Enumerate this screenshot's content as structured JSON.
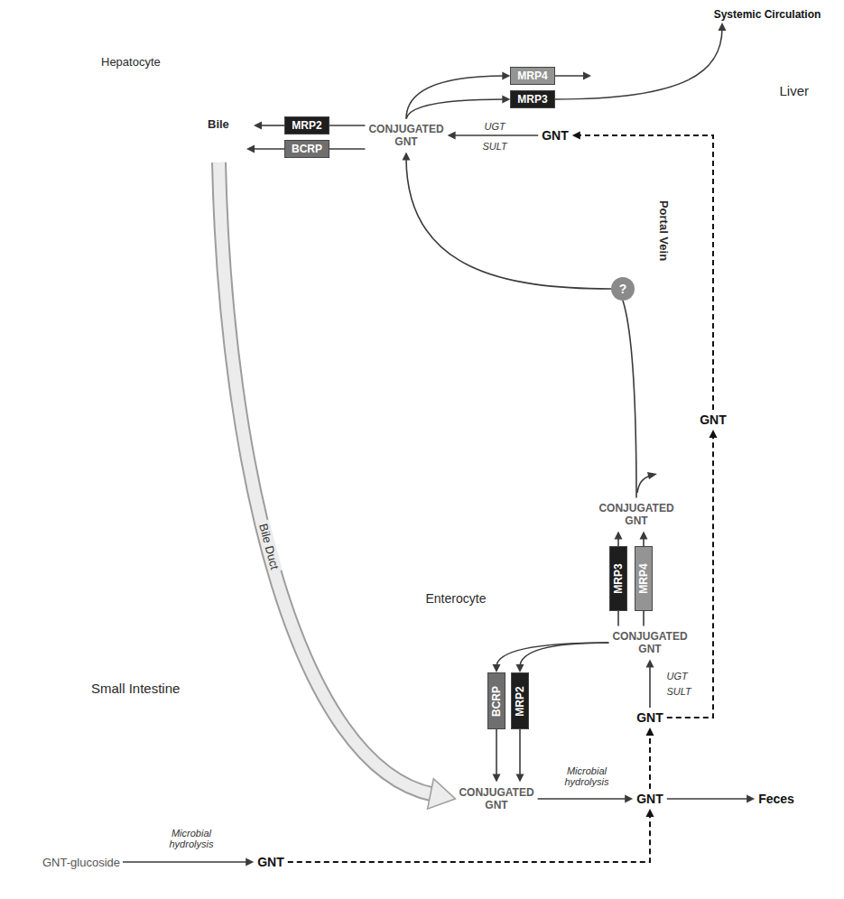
{
  "diagram": {
    "nodes": [
      {
        "text": [
          "Systemic Circulation"
        ]
      },
      {
        "text": [
          "Liver"
        ]
      },
      {
        "text": [
          "Hepatocyte"
        ],
        "in": 1
      },
      {
        "text": [
          "Bile"
        ],
        "in": 2
      },
      {
        "text": [
          "MRP2"
        ],
        "in": 2
      },
      {
        "text": [
          "BCRP"
        ],
        "in": 2
      },
      {
        "text": [
          "CONJUGATED GNT"
        ],
        "in": 2
      },
      {
        "text": [
          "MRP4"
        ],
        "in": 2
      },
      {
        "text": [
          "MRP3"
        ],
        "in": 2
      },
      {
        "text": [
          "GNT"
        ],
        "in": 2
      },
      {
        "text": [
          "Portal Vein"
        ]
      },
      {
        "text": [
          "?"
        ],
        "in": 10
      },
      {
        "text": [
          "CONJUGATED GNT"
        ],
        "in": 10
      },
      {
        "text": [
          "GNT"
        ]
      },
      {
        "text": [
          "Enterocyte"
        ]
      },
      {
        "text": [
          "MRP3"
        ],
        "in": 14
      },
      {
        "text": [
          "MRP4"
        ],
        "in": 14
      },
      {
        "text": [
          "CONJUGATED GNT"
        ],
        "in": 14
      },
      {
        "text": [
          "BCRP"
        ],
        "in": 14
      },
      {
        "text": [
          "MRP2"
        ],
        "in": 14
      },
      {
        "text": [
          "GNT"
        ],
        "in": 14
      },
      {
        "text": [
          "Small Intestine"
        ]
      },
      {
        "text": [
          "CONJUGATED GNT"
        ],
        "in": 21
      },
      {
        "text": [
          "GNT"
        ],
        "in": 21
      },
      {
        "text": [
          "Feces"
        ],
        "in": 21
      },
      {
        "text": [
          "GNT-glucoside"
        ],
        "in": 21
      },
      {
        "text": [
          "GNT"
        ],
        "in": 21
      }
    ],
    "edges": [
      {
        "from": 6,
        "to": 4,
        "arrow": "none"
      },
      {
        "from": 6,
        "to": 5,
        "arrow": "none"
      },
      {
        "from": 4,
        "to": 3,
        "arrow": "to"
      },
      {
        "from": 5,
        "to": 3,
        "arrow": "to"
      },
      {
        "from": 9,
        "to": 6,
        "arrow": "to"
      },
      {
        "from": 6,
        "to": 7,
        "arrow": "to"
      },
      {
        "from": 6,
        "to": 8,
        "arrow": "to"
      },
      {
        "from": 7,
        "to": 10,
        "arrow": "to"
      },
      {
        "from": 8,
        "to": 0,
        "arrow": "to"
      },
      {
        "from": 13,
        "to": 9,
        "arrow": "to"
      },
      {
        "from": 12,
        "to": 11,
        "arrow": "none"
      },
      {
        "from": 11,
        "to": 6,
        "arrow": "to"
      },
      {
        "from": 15,
        "to": 12,
        "arrow": "to"
      },
      {
        "from": 16,
        "to": 12,
        "arrow": "to"
      },
      {
        "from": 17,
        "to": 15,
        "arrow": "none"
      },
      {
        "from": 17,
        "to": 16,
        "arrow": "none"
      },
      {
        "from": 20,
        "to": 17,
        "arrow": "to"
      },
      {
        "from": 20,
        "to": 13,
        "arrow": "to"
      },
      {
        "from": 17,
        "to": 18,
        "arrow": "to"
      },
      {
        "from": 17,
        "to": 19,
        "arrow": "to"
      },
      {
        "from": 18,
        "to": 22,
        "arrow": "to"
      },
      {
        "from": 19,
        "to": 22,
        "arrow": "to"
      },
      {
        "from": 3,
        "to": 22,
        "label": "Bile Duct",
        "arrow": "to"
      },
      {
        "from": 22,
        "to": 23,
        "label": "Microbial hydrolysis",
        "arrow": "to"
      },
      {
        "from": 23,
        "to": 24,
        "arrow": "to"
      },
      {
        "from": 23,
        "to": 20,
        "arrow": "to"
      },
      {
        "from": 25,
        "to": 26,
        "label": "Microbial hydrolysis",
        "arrow": "to"
      },
      {
        "from": 26,
        "to": 23,
        "arrow": "to"
      }
    ],
    "labels": [
      "UGT",
      "SULT",
      "UGT",
      "SULT"
    ]
  }
}
